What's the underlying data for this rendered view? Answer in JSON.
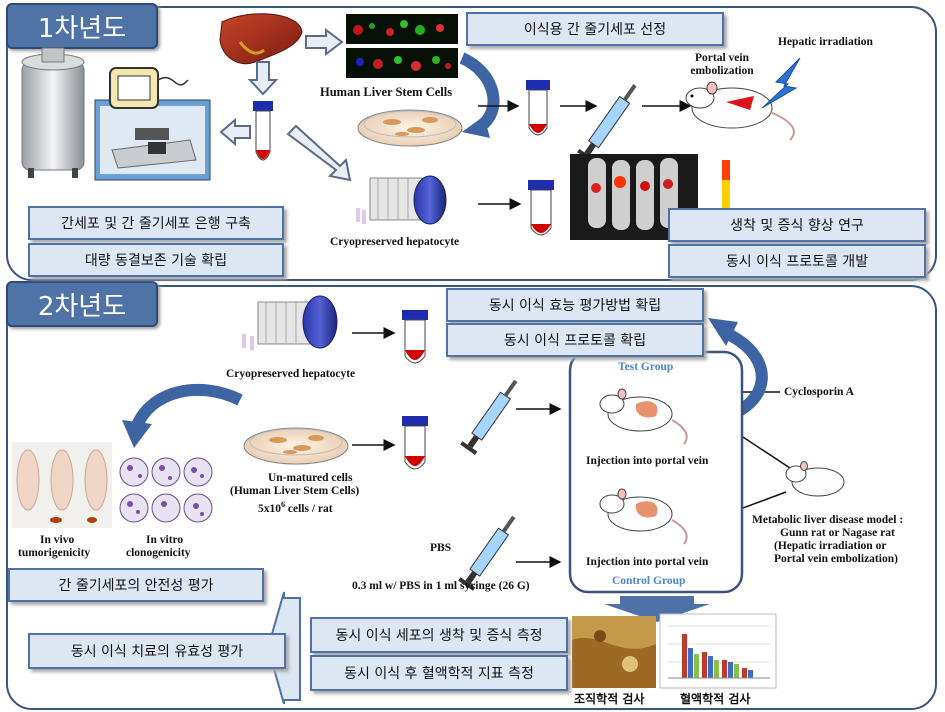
{
  "year1": {
    "tab": "1차년도",
    "boxes": {
      "selection": "이식용 간 줄기세포 선정",
      "bank": "간세포 및 간 줄기세포 은행 구축",
      "cryo_tech": "대량 동결보존 기술 확립",
      "engraft_study": "생착 및 증식 향상 연구",
      "protocol_dev": "동시 이식 프로토콜 개발"
    },
    "labels": {
      "hlsc": "Human Liver Stem Cells",
      "cryo_hep": "Cryopreserved hepatocyte",
      "pve": "Portal vein embolization",
      "hepatic_irr": "Hepatic irradiation"
    }
  },
  "year2": {
    "tab": "2차년도",
    "boxes": {
      "eval_method": "동시 이식 효능 평가방법 확립",
      "protocol": "동시 이식 프로토콜 확립",
      "safety": "간 줄기세포의 안전성 평가",
      "efficacy": "동시 이식 치료의 유효성 평가",
      "engraft_measure": "동시 이식 세포의 생착 및 증식 측정",
      "biochem_measure": "동시 이식 후 혈액학적 지표 측정"
    },
    "labels": {
      "cryo_hep": "Cryopreserved hepatocyte",
      "test_group": "Test Group",
      "control_group": "Control Group",
      "injection_1": "Injection into portal vein",
      "injection_2": "Injection into portal vein",
      "cyclosporin": "Cyclosporin A",
      "unmatured_1": "Un-matured cells",
      "unmatured_2": "(Human Liver Stem Cells)",
      "unmatured_3a": "5x10",
      "unmatured_3sup": "6",
      "unmatured_3b": " cells / rat",
      "in_vivo_1": "In vivo",
      "in_vivo_2": "tumorigenicity",
      "in_vitro_1": "In vitro",
      "in_vitro_2": "clonogenicity",
      "pbs": "PBS",
      "pbs_dose": "0.3 ml w/ PBS in 1 ml syringe (26 G)",
      "model_1": "Metabolic liver disease model :",
      "model_2": "Gunn rat or Nagase rat",
      "model_3": "(Hepatic irradiation or",
      "model_4": "Portal vein embolization)",
      "histology": "조직학적 검사",
      "hematology": "혈액학적 검사"
    }
  },
  "colors": {
    "panel_border": "#3a5480",
    "tab_fill": "#4f73a6",
    "box_fill": "#dde6f3",
    "box_border": "#4e72a7",
    "arrow_blue": "#3e64a3",
    "group_label": "#4a86c8"
  }
}
